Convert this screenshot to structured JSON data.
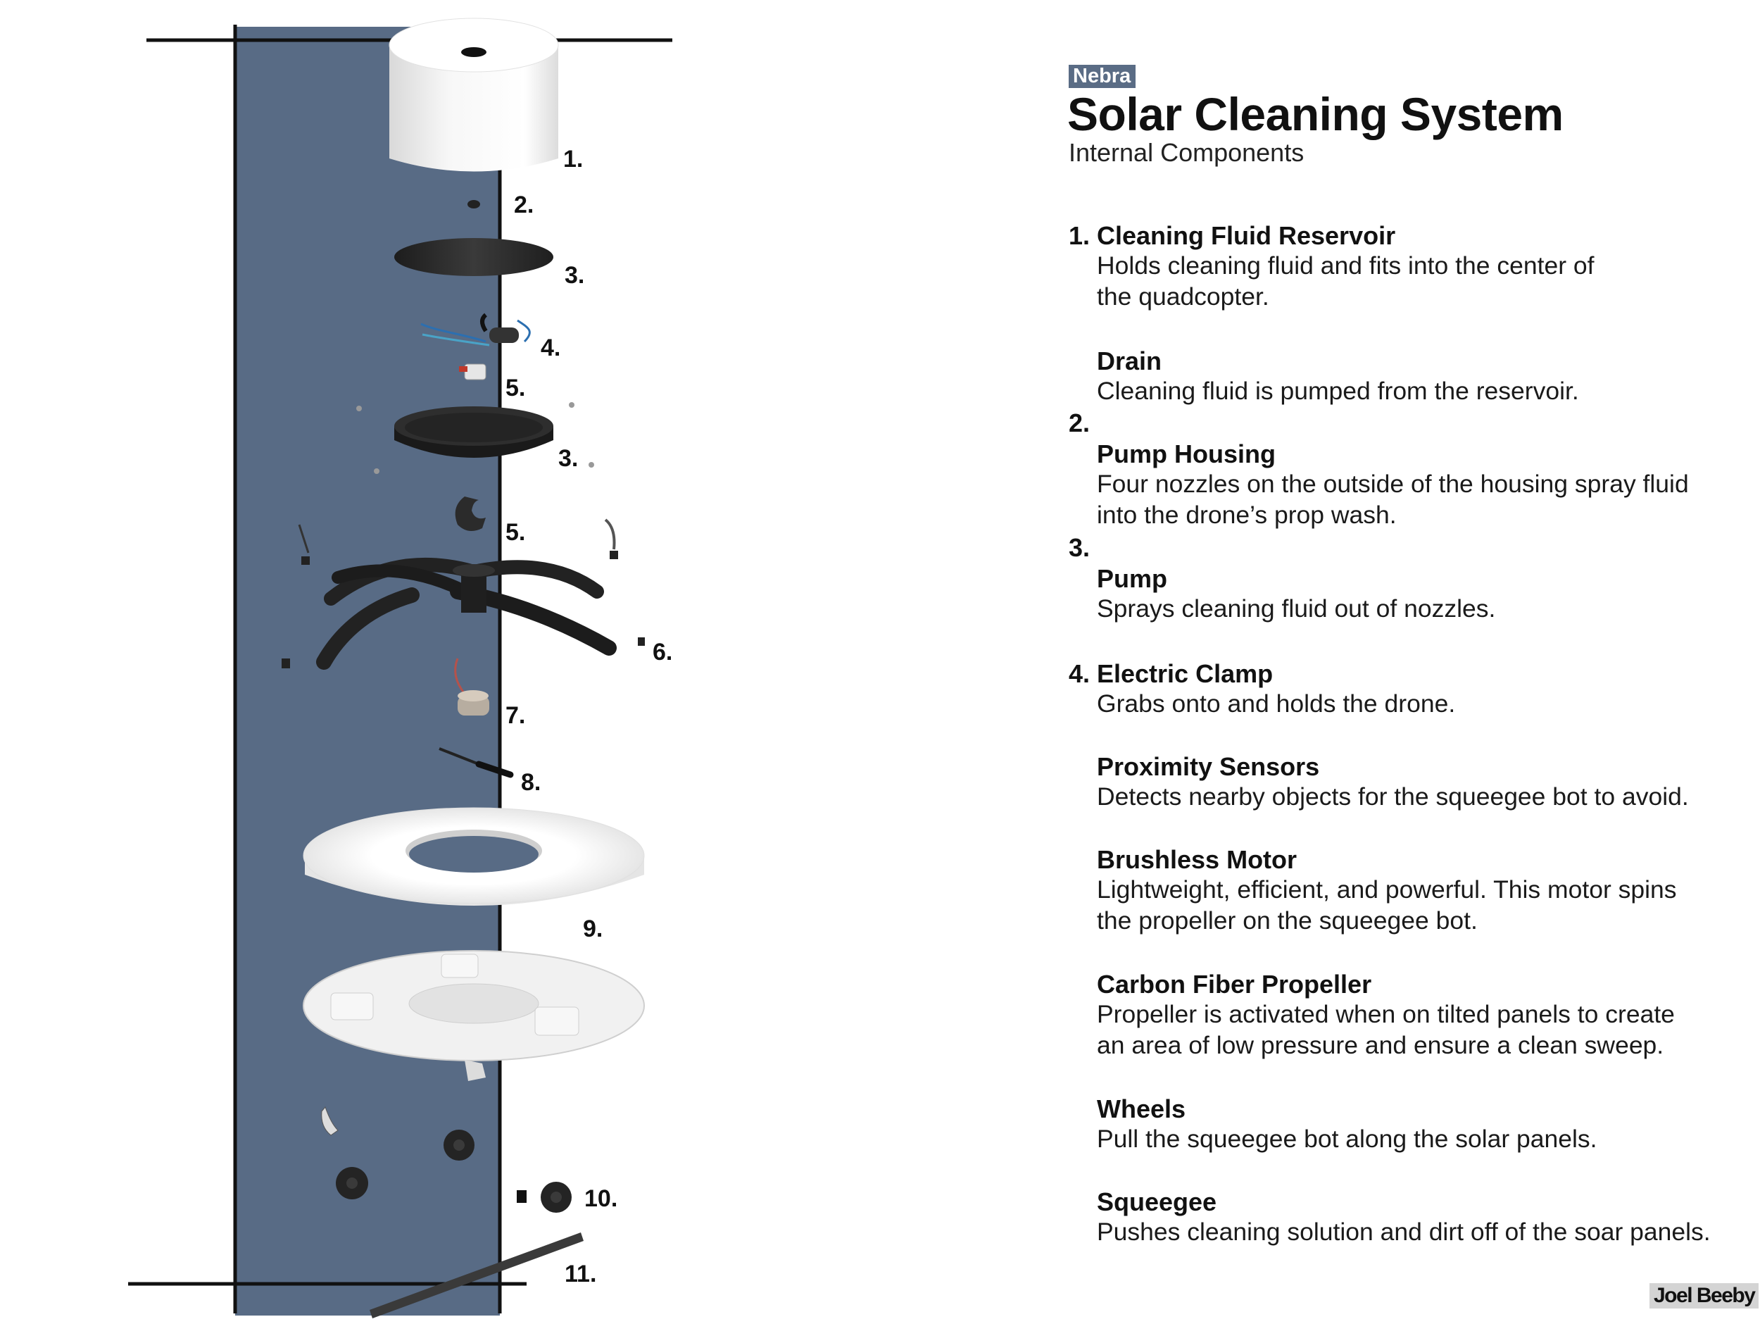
{
  "brand": "Nebra",
  "title": "Solar Cleaning System",
  "subtitle": "Internal Components",
  "numbers": [
    "1.",
    "2.",
    "3.",
    "4."
  ],
  "callouts": [
    "1.",
    "2.",
    "3.",
    "4.",
    "5.",
    "3.",
    "5.",
    "6.",
    "7.",
    "8.",
    "9.",
    "10.",
    "11."
  ],
  "components": [
    {
      "title": "Cleaning Fluid Reservoir",
      "desc": [
        "Holds cleaning fluid and fits into the center of",
        "the quadcopter."
      ]
    },
    {
      "title": "Drain",
      "desc": [
        "Cleaning fluid is pumped from the reservoir."
      ]
    },
    {
      "title": "Pump Housing",
      "desc": [
        "Four nozzles on the outside of the housing spray fluid",
        "into the drone’s prop wash."
      ]
    },
    {
      "title": "Pump",
      "desc": [
        "Sprays cleaning fluid out of nozzles."
      ]
    },
    {
      "title": "Electric Clamp",
      "desc": [
        "Grabs onto and holds the drone."
      ]
    },
    {
      "title": "Proximity Sensors",
      "desc": [
        "Detects nearby objects for the squeegee bot to avoid."
      ]
    },
    {
      "title": "Brushless Motor",
      "desc": [
        "Lightweight, efficient, and powerful. This motor spins",
        "the propeller on the squeegee bot."
      ]
    },
    {
      "title": "Carbon Fiber Propeller",
      "desc": [
        "Propeller is activated when on tilted panels to create",
        "an area of low pressure and ensure a clean sweep."
      ]
    },
    {
      "title": "Wheels",
      "desc": [
        "Pull the squeegee bot along the solar panels."
      ]
    },
    {
      "title": "Squeegee",
      "desc": [
        "Pushes cleaning solution and dirt off of the soar panels."
      ]
    }
  ],
  "signature": "Joel Beeby",
  "colors": {
    "panel": "#586b85",
    "brand_bg": "#5a6c85",
    "part_white": "#f4f4f4",
    "part_dark": "#2a2a2a"
  }
}
